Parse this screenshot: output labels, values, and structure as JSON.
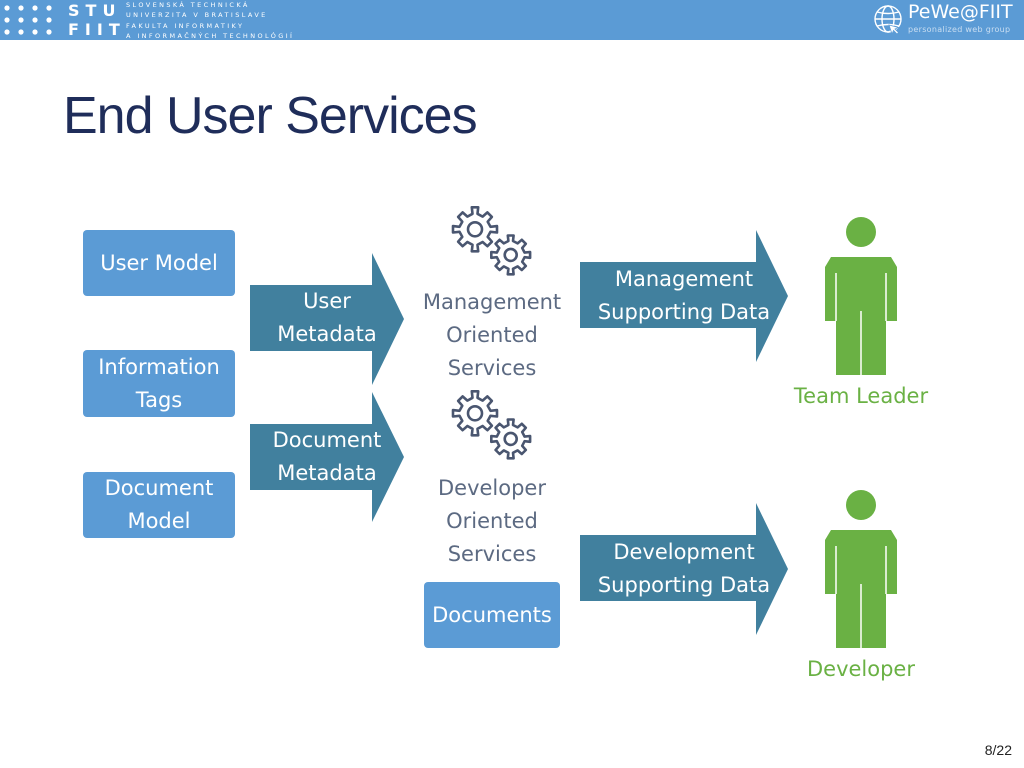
{
  "header": {
    "logo_line1": "STU",
    "logo_line2": "FIIT",
    "university_line1": "SLOVENSKÁ TECHNICKÁ",
    "university_line2": "UNIVERZITA V BRATISLAVE",
    "faculty_line1": "FAKULTA INFORMATIKY",
    "faculty_line2": "A INFORMAČNÝCH TECHNOLÓGIÍ",
    "brand": "PeWe@FIIT",
    "brand_sub": "personalized web group"
  },
  "slide": {
    "title": "End User Services",
    "page_number": "8/22"
  },
  "sources": {
    "user_model": "User Model",
    "information_tags": "Information\nTags",
    "document_model": "Document\nModel"
  },
  "metadata_arrows": {
    "user_metadata": "User\nMetadata",
    "document_metadata": "Document\nMetadata"
  },
  "services": {
    "management": "Management\nOriented\nServices",
    "developer": "Developer\nOriented\nServices",
    "documents": "Documents"
  },
  "output_arrows": {
    "management_data": "Management\nSupporting Data",
    "development_data": "Development\nSupporting Data"
  },
  "roles": {
    "team_leader": "Team Leader",
    "developer": "Developer"
  },
  "colors": {
    "header_blue": "#5b9bd5",
    "box_blue": "#5b9bd5",
    "arrow_teal": "#41809e",
    "person_green": "#6ab144",
    "title_navy": "#1f2d5a",
    "service_gray": "#5c6a82"
  },
  "icons": {
    "gear": "gears-icon",
    "person": "person-icon",
    "globe": "globe-icon"
  }
}
